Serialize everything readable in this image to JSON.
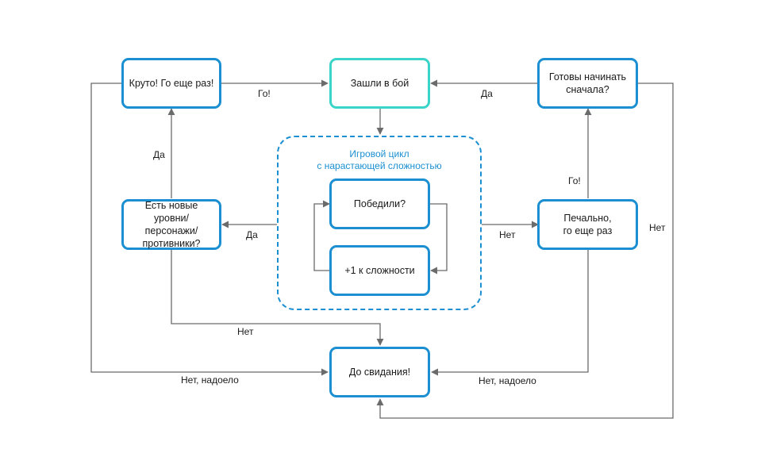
{
  "nodes": {
    "cool_again": "Круто! Го еще раз!",
    "entered_battle": "Зашли в бой",
    "ready_restart": "Готовы начинать\nсначала?",
    "new_content": "Есть новые\nуровни/персонажи/\nпротивники?",
    "won": "Победили?",
    "plus_difficulty": "+1 к сложности",
    "sad_again": "Печально,\nго еще раз",
    "goodbye": "До свидания!"
  },
  "group": {
    "title": "Игровой цикл\nс нарастающей сложностью"
  },
  "edge_labels": {
    "go_top": "Го!",
    "yes_top": "Да",
    "yes_left": "Да",
    "yes_mid": "Да",
    "go_right": "Го!",
    "no_mid": "Нет",
    "no_right": "Нет",
    "no_center": "Нет",
    "no_tired_left": "Нет, надоело",
    "no_tired_right": "Нет, надоело"
  },
  "colors": {
    "node_border": "#1b8fd1",
    "start_border": "#3bd4c8",
    "group_border": "#1b8fd1",
    "group_title": "#1b8fd1",
    "line": "#6b6b6b"
  }
}
